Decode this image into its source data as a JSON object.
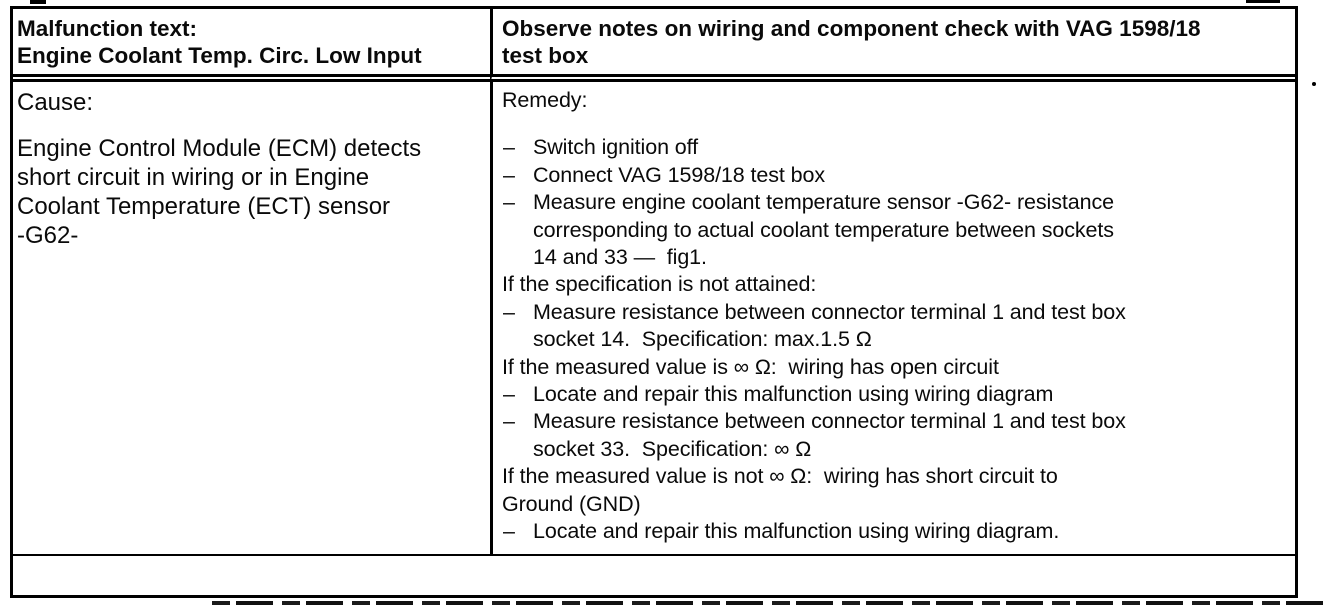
{
  "page": {
    "background": "#ffffff",
    "ink_color": "#000000"
  },
  "table": {
    "header": {
      "left_lines": [
        "Malfunction text:",
        "Engine Coolant Temp. Circ. Low Input"
      ],
      "right_lines": [
        "Observe notes on wiring and component check with VAG 1598/18",
        "test box"
      ]
    },
    "cause": {
      "label": "Cause:",
      "lines": [
        "Engine Control Module (ECM) detects",
        "short circuit in wiring or in Engine",
        "Coolant Temperature (ECT) sensor",
        "-G62-"
      ]
    },
    "remedy": {
      "label": "Remedy:",
      "dash_marker": "–",
      "lines": [
        {
          "style": "dash",
          "text": "Switch ignition off"
        },
        {
          "style": "dash",
          "text": "Connect VAG 1598/18 test box"
        },
        {
          "style": "dash",
          "text": "Measure engine coolant temperature sensor -G62- resistance"
        },
        {
          "style": "cont",
          "text": "corresponding to actual coolant temperature between sockets"
        },
        {
          "style": "cont",
          "text": "14 and 33 —  fig1."
        },
        {
          "style": "plain",
          "text": "If the specification is not attained:"
        },
        {
          "style": "dash",
          "text": "Measure resistance between connector terminal 1 and test box"
        },
        {
          "style": "cont",
          "text": "socket 14.  Specification: max.1.5 Ω"
        },
        {
          "style": "plain",
          "text": "If the measured value is ∞ Ω:  wiring has open circuit"
        },
        {
          "style": "dash",
          "text": "Locate and repair this malfunction using wiring diagram"
        },
        {
          "style": "dash",
          "text": "Measure resistance between connector terminal 1 and test box"
        },
        {
          "style": "cont",
          "text": "socket 33.  Specification: ∞ Ω"
        },
        {
          "style": "plain",
          "text": "If the measured value is not ∞ Ω:  wiring has short circuit to"
        },
        {
          "style": "plain",
          "text": "Ground (GND)"
        },
        {
          "style": "dash",
          "text": "Locate and repair this malfunction using wiring diagram."
        }
      ]
    }
  }
}
